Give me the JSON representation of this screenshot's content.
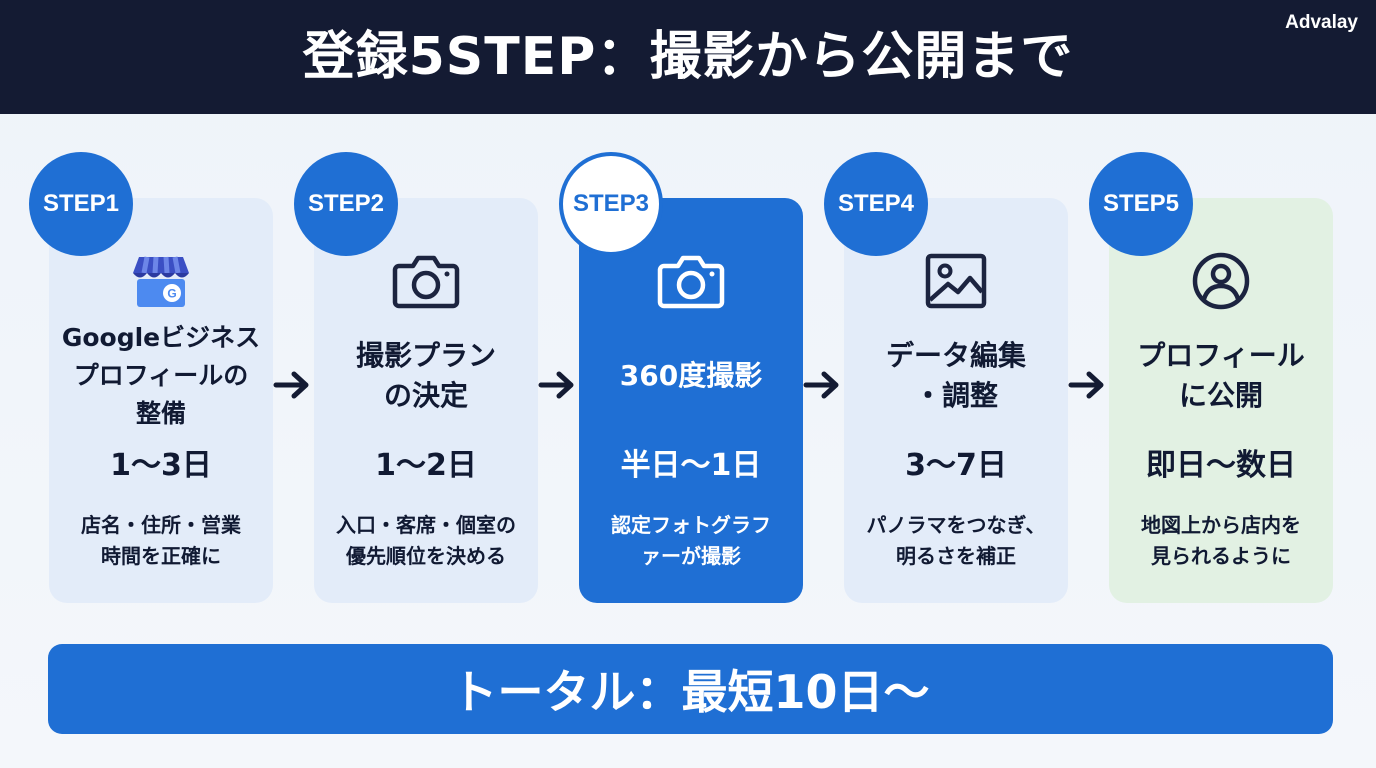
{
  "header": {
    "title": "登録5STEP：撮影から公開まで",
    "brand": "Advalay"
  },
  "steps": [
    {
      "badge": "STEP1",
      "name_line1": "Googleビジネス",
      "name_line2": "プロフィールの",
      "name_line3": "整備",
      "duration": "1〜3日",
      "desc_line1": "店名・住所・営業",
      "desc_line2": "時間を正確に",
      "icon": "google-business-store-icon"
    },
    {
      "badge": "STEP2",
      "name_line1": "撮影プラン",
      "name_line2": "の決定",
      "duration": "1〜2日",
      "desc_line1": "入口・客席・個室の",
      "desc_line2": "優先順位を決める",
      "icon": "camera-icon"
    },
    {
      "badge": "STEP3",
      "name_line1": "360度撮影",
      "duration": "半日〜1日",
      "desc_line1": "認定フォトグラフ",
      "desc_line2": "ァーが撮影",
      "icon": "camera-icon"
    },
    {
      "badge": "STEP4",
      "name_line1": "データ編集",
      "name_line2": "・調整",
      "duration": "3〜7日",
      "desc_line1": "パノラマをつなぎ、",
      "desc_line2": "明るさを補正",
      "icon": "image-icon"
    },
    {
      "badge": "STEP5",
      "name_line1": "プロフィール",
      "name_line2": "に公開",
      "duration": "即日〜数日",
      "desc_line1": "地図上から店内を",
      "desc_line2": "見られるように",
      "icon": "user-profile-icon"
    }
  ],
  "total": {
    "label": "トータル：最短10日〜"
  },
  "colors": {
    "header_bg": "#141b33",
    "accent": "#1f6fd4",
    "card_bg": "#e3ecf9",
    "final_card_bg": "#e2f1e3",
    "text": "#111a33"
  }
}
